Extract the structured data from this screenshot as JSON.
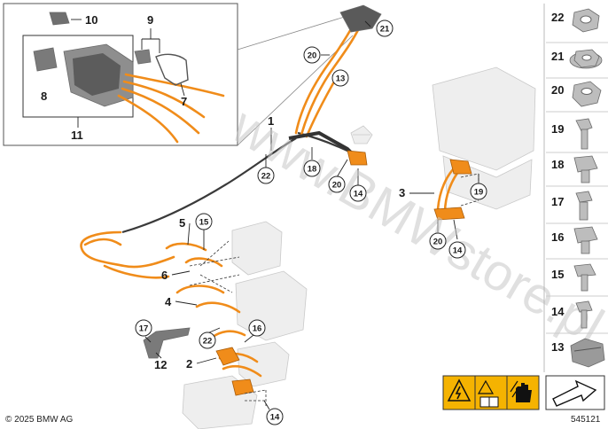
{
  "diagram": {
    "watermark": "www.BMWstore.pl",
    "copyright": "© 2025 BMW AG",
    "image_number": "545121",
    "main_labels": [
      "1",
      "2",
      "3",
      "4",
      "5",
      "6",
      "7",
      "8",
      "9",
      "10",
      "11",
      "12"
    ],
    "circled_labels": {
      "c20a": "20",
      "c21": "21",
      "c13": "13",
      "c22": "22",
      "c18": "18",
      "c20b": "20",
      "c14a": "14",
      "c19": "19",
      "c20c": "20",
      "c14b": "14",
      "c15": "15",
      "c17": "17",
      "c23": "22",
      "c16": "16",
      "c14c": "14"
    },
    "parts_column": [
      "22",
      "21",
      "20",
      "19",
      "18",
      "17",
      "16",
      "15",
      "14",
      "13"
    ],
    "colors": {
      "cable": "#f08c1a",
      "warning": "#f5b301",
      "metal": "#bdbdbd"
    },
    "icons": [
      "warning-high-voltage-icon",
      "manual-info-icon",
      "no-touch-hand-icon",
      "arrow-direction-icon"
    ]
  }
}
